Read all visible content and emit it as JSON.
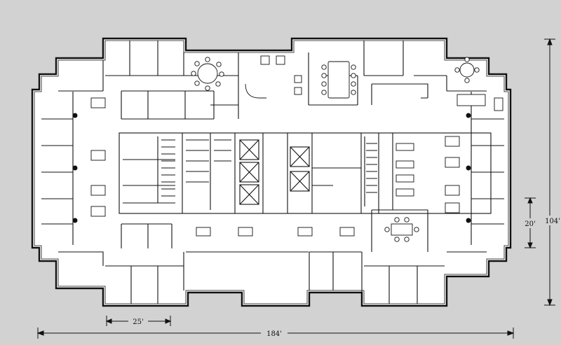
{
  "dimensions": {
    "overall_width": "184'",
    "overall_depth": "104'",
    "bay_width": "25'",
    "bay_depth": "20'"
  },
  "colors": {
    "background": "#d2d2d2",
    "floor": "#ffffff",
    "ink": "#111111"
  }
}
